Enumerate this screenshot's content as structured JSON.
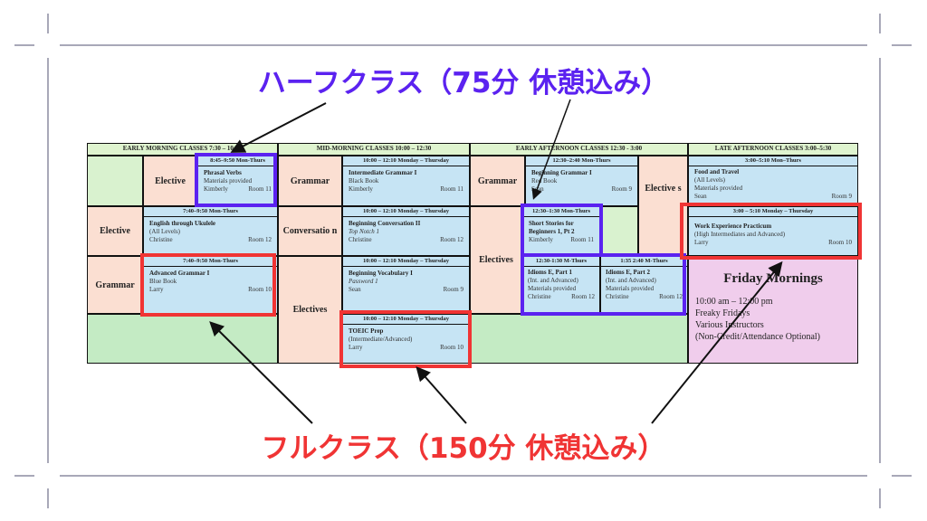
{
  "annotations": {
    "half": "ハーフクラス（75分 休憩込み）",
    "full": "フルクラス（150分 休憩込み）",
    "half_color": "#5b22f0",
    "full_color": "#f03434"
  },
  "headers": [
    "EARLY MORNING CLASSES  7:30 – 10:00",
    "MID-MORNING CLASSES  10:00 – 12:30",
    "EARLY AFTERNOON CLASSES  12:30 - 3:00",
    "LATE AFTERNOON CLASSES 3:00–5:30"
  ],
  "labels": {
    "elective": "Elective",
    "grammar": "Grammar",
    "conversation": "Conversatio n",
    "electives": "Electives",
    "electives_split": "Elective s"
  },
  "classes": [
    {
      "time": "8:45–9:50 Mon-Thurs",
      "title": "Phrasal Verbs",
      "lines": [
        "Materials provided"
      ],
      "teacher": "Kimberly",
      "room": "Room 11"
    },
    {
      "time": "7:40–9:50 Mon-Thurs",
      "title": "English through Ukulele",
      "lines": [
        "(All Levels)"
      ],
      "teacher": "Christine",
      "room": "Room 12"
    },
    {
      "time": "7:40–9:50 Mon-Thurs",
      "title": "Advanced Grammar I",
      "lines": [
        "Blue Book"
      ],
      "teacher": "Larry",
      "room": "Room 10"
    },
    {
      "time": "10:00 – 12:10 Monday – Thursday",
      "title": "Intermediate Grammar I",
      "lines": [
        "Black Book"
      ],
      "teacher": "Kimberly",
      "room": "Room 11"
    },
    {
      "time": "10:00 – 12:10 Monday – Thursday",
      "title": "Beginning Conversation II",
      "lines": [
        "Top Notch 1"
      ],
      "teacher": "Christine",
      "room": "Room 12"
    },
    {
      "time": "10:00 – 12:10 Monday – Thursday",
      "title": "Beginning Vocabulary I",
      "lines": [
        "Password 1"
      ],
      "teacher": "Sean",
      "room": "Room 9"
    },
    {
      "time": "10:00 – 12:10 Monday – Thursday",
      "title": "TOEIC Prep",
      "lines": [
        "(Intermediate/Advanced)"
      ],
      "teacher": "Larry",
      "room": "Room 10"
    },
    {
      "time": "12:30–2:40 Mon-Thurs",
      "title": "Beginning Grammar I",
      "lines": [
        "Red Book"
      ],
      "teacher": "Sean",
      "room": "Room 9"
    },
    {
      "time": "12:30–1:30 Mon-Thurs",
      "title": "Short Stories for Beginners 1, Pt 2",
      "lines": [],
      "teacher": "Kimberly",
      "room": "Room 11"
    },
    {
      "time": "12:30-1:30 M-Thurs",
      "title": "Idioms E, Part 1",
      "lines": [
        "(Int. and Advanced)",
        "Materials provided"
      ],
      "teacher": "Christine",
      "room": "Room 12"
    },
    {
      "time": "1:35 2:40 M-Thurs",
      "title": "Idioms E, Part 2",
      "lines": [
        "(Int. and Advanced)",
        "Materials provided"
      ],
      "teacher": "Christine",
      "room": "Room 12"
    },
    {
      "time": "3:00–5:10 Mon–Thurs",
      "title": "Food and Travel",
      "lines": [
        "(All Levels)",
        "Materials provided"
      ],
      "teacher": "Sean",
      "room": "Room 9"
    },
    {
      "time": "3:00 – 5:10 Monday – Thursday",
      "title": "Work Experience Practicum",
      "lines": [
        "(High Intermediates and Advanced)"
      ],
      "teacher": "Larry",
      "room": "Room 10"
    }
  ],
  "friday": {
    "title": "Friday Mornings",
    "time": "10:00 am – 12:00 pm",
    "name": "Freaky Fridays",
    "instructors": "Various Instructors",
    "note": "(Non-Credit/Attendance Optional)"
  }
}
